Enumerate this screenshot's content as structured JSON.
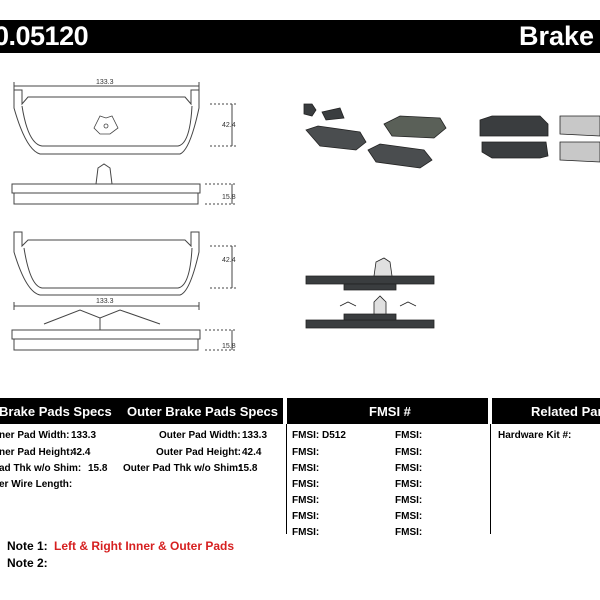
{
  "header": {
    "part_number": "0.05120",
    "title": "Brake F"
  },
  "dimensions": {
    "width": "133.3",
    "height": "42.4",
    "thickness": "15.8"
  },
  "inner_specs": {
    "heading": "Brake Pads Specs",
    "rows": [
      {
        "label": "ner Pad Width:",
        "value": "133.3"
      },
      {
        "label": "ner Pad Height:",
        "value": "42.4"
      },
      {
        "label": "ad Thk w/o Shim:",
        "value": "15.8"
      },
      {
        "label": "er Wire Length:",
        "value": ""
      }
    ]
  },
  "outer_specs": {
    "heading": "Outer Brake Pads Specs",
    "rows": [
      {
        "label": "Outer Pad Width:",
        "value": "133.3"
      },
      {
        "label": "Outer Pad Height:",
        "value": "42.4"
      },
      {
        "label": "Outer Pad Thk w/o Shim:",
        "value": "15.8"
      }
    ]
  },
  "fmsi": {
    "heading": "FMSI #",
    "col1": [
      {
        "label": "FMSI:",
        "value": "D512"
      },
      {
        "label": "FMSI:",
        "value": ""
      },
      {
        "label": "FMSI:",
        "value": ""
      },
      {
        "label": "FMSI:",
        "value": ""
      },
      {
        "label": "FMSI:",
        "value": ""
      },
      {
        "label": "FMSI:",
        "value": ""
      },
      {
        "label": "FMSI:",
        "value": ""
      }
    ],
    "col2": [
      {
        "label": "FMSI:",
        "value": ""
      },
      {
        "label": "FMSI:",
        "value": ""
      },
      {
        "label": "FMSI:",
        "value": ""
      },
      {
        "label": "FMSI:",
        "value": ""
      },
      {
        "label": "FMSI:",
        "value": ""
      },
      {
        "label": "FMSI:",
        "value": ""
      },
      {
        "label": "FMSI:",
        "value": ""
      }
    ]
  },
  "related": {
    "heading": "Related Par",
    "hardware_label": "Hardware Kit #:"
  },
  "notes": [
    {
      "label": "Note 1:",
      "value": "Left & Right Inner & Outer Pads"
    },
    {
      "label": "Note 2:",
      "value": ""
    }
  ],
  "colors": {
    "header_bg": "#000000",
    "note_text": "#d62020",
    "pad_fill": "#3a3d3f",
    "line": "#444444"
  }
}
